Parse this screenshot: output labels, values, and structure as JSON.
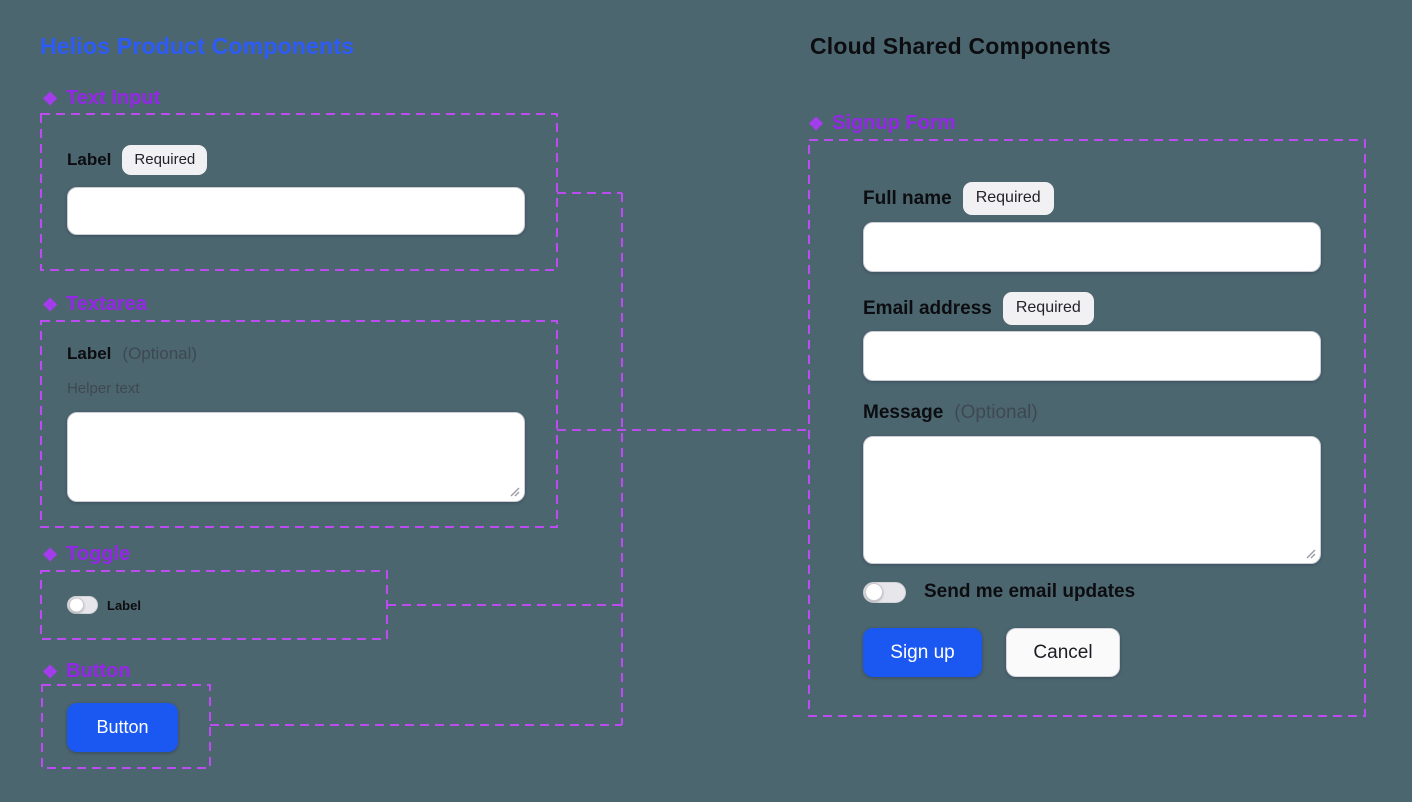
{
  "theme": {
    "canvas_bg": "#4C6670",
    "title_blue": "#2C5BF8",
    "header_purple": "#9526E8",
    "icon_purple": "#A63BEF",
    "dash_purple": "#BC4BF2",
    "button_blue": "#1B58F2",
    "muted_gray": "#3E4852"
  },
  "icons": {
    "component_glyph": "❖"
  },
  "left": {
    "title": "Helios Product Components",
    "text_input": {
      "header": "Text Input",
      "label": "Label",
      "badge": "Required",
      "value": "",
      "placeholder": ""
    },
    "textarea": {
      "header": "Textarea",
      "label": "Label",
      "optional": "(Optional)",
      "helper": "Helper text",
      "value": ""
    },
    "toggle": {
      "header": "Toggle",
      "label": "Label",
      "state": "off"
    },
    "button": {
      "header": "Button",
      "label": "Button"
    }
  },
  "right": {
    "title": "Cloud Shared Components",
    "form": {
      "header": "Signup Form",
      "full_name": {
        "label": "Full name",
        "badge": "Required",
        "value": "",
        "placeholder": ""
      },
      "email": {
        "label": "Email address",
        "badge": "Required",
        "value": "",
        "placeholder": ""
      },
      "message": {
        "label": "Message",
        "optional": "(Optional)",
        "value": ""
      },
      "updates_toggle": {
        "label": "Send me email updates",
        "state": "off"
      },
      "submit_label": "Sign up",
      "cancel_label": "Cancel"
    }
  }
}
